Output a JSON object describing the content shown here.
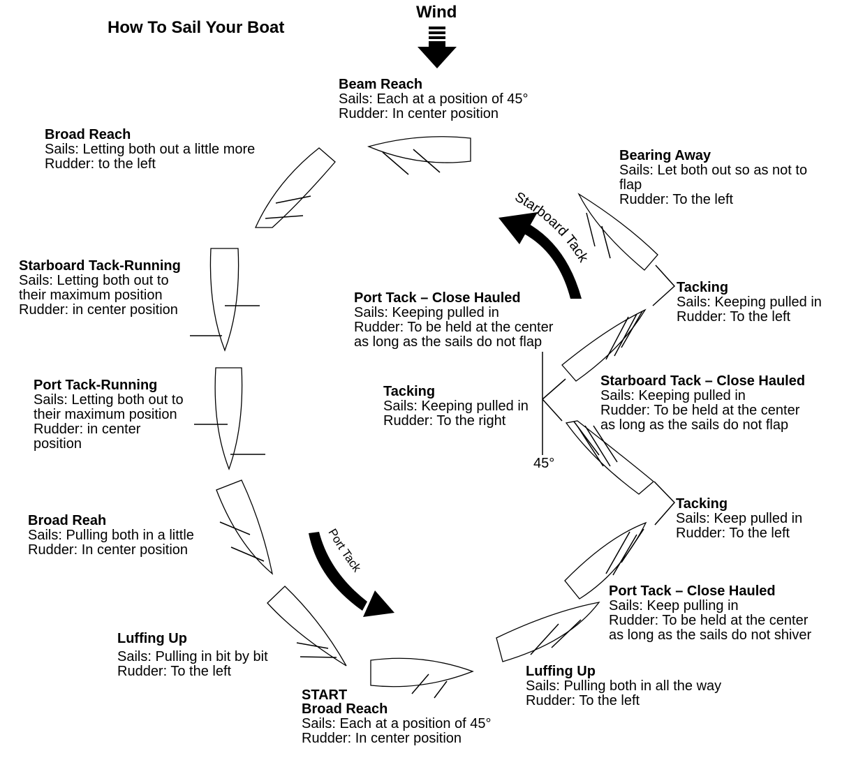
{
  "title": "How To Sail Your Boat",
  "wind_label": "Wind",
  "angle_label": "45°",
  "arrows": {
    "starboard_tack": "Starboard Tack",
    "port_tack": "Port Tack"
  },
  "annotations": {
    "beam_reach": {
      "heading": "Beam Reach",
      "lines": [
        "Sails: Each at a position of 45°",
        "Rudder: In center position"
      ]
    },
    "broad_reach_top": {
      "heading": "Broad Reach",
      "lines": [
        "Sails: Letting both out a little more",
        "Rudder: to the left"
      ]
    },
    "bearing_away": {
      "heading": "Bearing Away",
      "lines": [
        "Sails: Let both out so as not to",
        "flap",
        "Rudder: To the left"
      ]
    },
    "starboard_running": {
      "heading": "Starboard Tack-Running",
      "lines": [
        "Sails: Letting both out to",
        "their maximum position",
        "Rudder: in center position"
      ]
    },
    "tacking_1": {
      "heading": "Tacking",
      "lines": [
        "Sails: Keeping pulled in",
        "Rudder: To the left"
      ]
    },
    "port_close_hauled_center": {
      "heading": "Port Tack – Close Hauled",
      "lines": [
        "Sails: Keeping pulled in",
        "Rudder: To be held at the center",
        "as long as the sails do not flap"
      ]
    },
    "port_running": {
      "heading": "Port Tack-Running",
      "lines": [
        "Sails: Letting both out to",
        "their maximum position",
        "Rudder: in center",
        "position"
      ]
    },
    "tacking_center": {
      "heading": "Tacking",
      "lines": [
        "Sails: Keeping pulled in",
        "Rudder: To the right"
      ]
    },
    "starboard_close_hauled": {
      "heading": "Starboard Tack – Close Hauled",
      "lines": [
        "Sails: Keeping pulled in",
        "Rudder: To be held at the center",
        "as long as the sails do not flap"
      ]
    },
    "tacking_2": {
      "heading": "Tacking",
      "lines": [
        "Sails: Keep pulled in",
        "Rudder: To the left"
      ]
    },
    "broad_reah": {
      "heading": "Broad Reah",
      "lines": [
        "Sails: Pulling both in a little",
        "Rudder: In center position"
      ]
    },
    "port_close_hauled_bottom": {
      "heading": "Port Tack – Close Hauled",
      "lines": [
        "Sails: Keep pulling in",
        "Rudder: To be held at the center",
        "as long as the sails do not shiver"
      ]
    },
    "luffing_up_left": {
      "heading": "Luffing Up",
      "lines": [
        "Sails: Pulling in bit by bit",
        "Rudder: To the left"
      ]
    },
    "luffing_up_right": {
      "heading": "Luffing Up",
      "lines": [
        "Sails: Pulling both in all the way",
        "Rudder: To the left"
      ]
    },
    "start": {
      "heading": "START",
      "heading2": "Broad Reach",
      "lines": [
        "Sails: Each at a position of 45°",
        "Rudder: In center position"
      ]
    }
  }
}
